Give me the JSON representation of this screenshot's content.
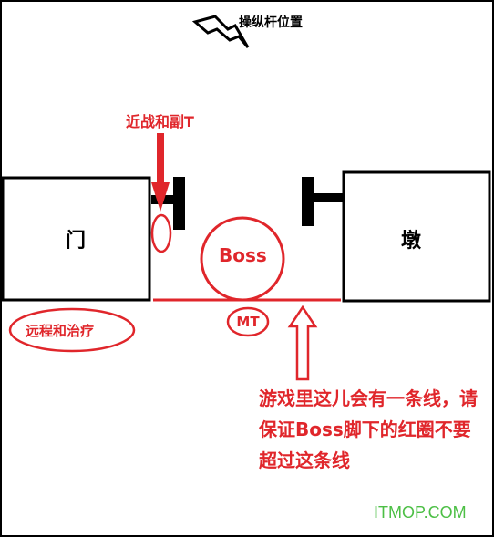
{
  "labels": {
    "joystick": "操纵杆位置",
    "melee_heal": "近战和副T",
    "gate": "门",
    "pillar": "墩",
    "boss": "Boss",
    "mt": "MT",
    "ranged_heal": "远程和治疗",
    "note": "游戏里这儿会有一条线，请保证Boss脚下的红圈不要超过这条线"
  },
  "watermark": "ITMOP.COM",
  "colors": {
    "red": "#e0262b",
    "black": "#000000",
    "watermark": "#4cbf45"
  },
  "icons": {
    "joystick": "lightning-bolt-icon"
  }
}
